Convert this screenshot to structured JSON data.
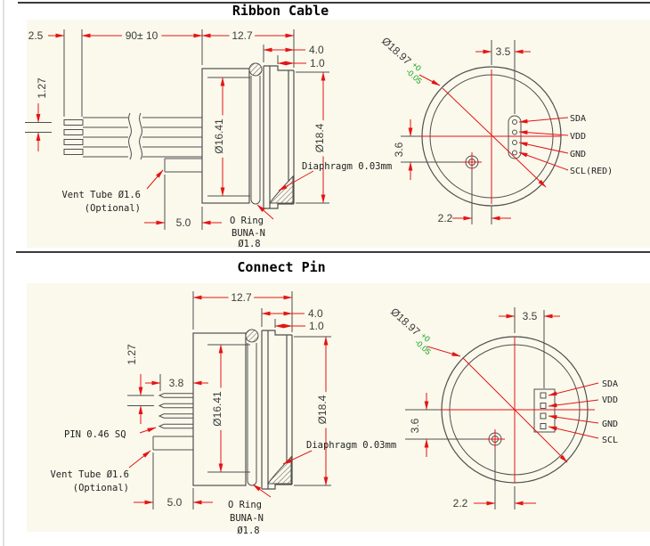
{
  "colors": {
    "dimension_red": "#e51414",
    "tolerance_green": "#14a01a",
    "paper": "#faf9ec",
    "line_gray": "#4f4f4f"
  },
  "sections": [
    {
      "title": "Ribbon Cable",
      "side": {
        "dim_connector": "2.5",
        "dim_cable_length": "90± 10",
        "dim_body_length": "12.7",
        "dim_nose_length": "4.0",
        "dim_step": "1.0",
        "dim_pitch": "1.27",
        "dim_body_dia": "Ø16.41",
        "dim_outer_dia": "Ø18.4",
        "dim_vent_length": "5.0",
        "label_diaphragm": "Diaphragm 0.03mm",
        "label_vent_line1": "Vent Tube Ø1.6",
        "label_vent_line2": "(Optional)",
        "label_oring_line1": "O Ring",
        "label_oring_line2": "BUNA-N",
        "label_oring_line3": "Ø1.8"
      },
      "face": {
        "dim_face_dia": "Ø18.97",
        "tol_plus": "+0",
        "tol_minus": "-0.05",
        "dim_pin_offset": "3.5",
        "dim_vent_offset_y": "3.6",
        "dim_vent_offset_x": "2.2",
        "pin_labels": [
          "SDA",
          "VDD",
          "GND",
          "SCL(RED)"
        ]
      }
    },
    {
      "title": "Connect Pin",
      "side": {
        "dim_pitch": "1.27",
        "dim_pin_length": "3.8",
        "label_pin": "PIN 0.46 SQ",
        "dim_body_length": "12.7",
        "dim_nose_length": "4.0",
        "dim_step": "1.0",
        "dim_body_dia": "Ø16.41",
        "dim_outer_dia": "Ø18.4",
        "dim_vent_length": "5.0",
        "label_diaphragm": "Diaphragm 0.03mm",
        "label_vent_line1": "Vent Tube Ø1.6",
        "label_vent_line2": "(Optional)",
        "label_oring_line1": "O Ring",
        "label_oring_line2": "BUNA-N",
        "label_oring_line3": "Ø1.8"
      },
      "face": {
        "dim_face_dia": "Ø18.97",
        "tol_plus": "+0",
        "tol_minus": "-0.05",
        "dim_pin_offset": "3.5",
        "dim_vent_offset_y": "3.6",
        "dim_vent_offset_x": "2.2",
        "pin_labels": [
          "SDA",
          "VDD",
          "GND",
          "SCL"
        ]
      }
    }
  ]
}
